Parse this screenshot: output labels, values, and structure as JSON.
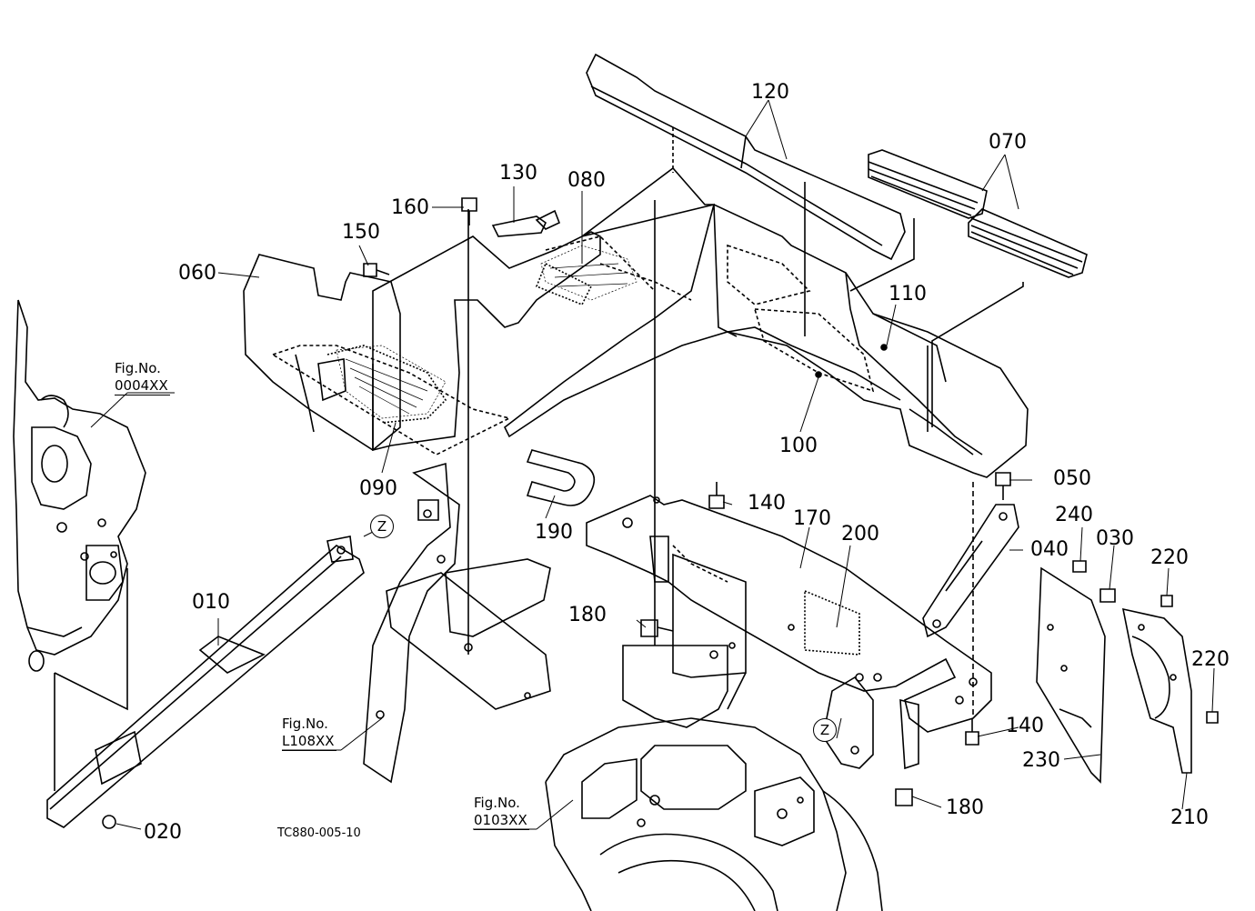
{
  "diagram": {
    "drawing_code": "TC880-005-10",
    "parts": {
      "p010": "010",
      "p020": "020",
      "p030": "030",
      "p040": "040",
      "p050": "050",
      "p060": "060",
      "p070": "070",
      "p080": "080",
      "p090": "090",
      "p100": "100",
      "p110": "110",
      "p120": "120",
      "p130": "130",
      "p140a": "140",
      "p140b": "140",
      "p150": "150",
      "p160": "160",
      "p170": "170",
      "p180a": "180",
      "p180b": "180",
      "p190": "190",
      "p200": "200",
      "p210": "210",
      "p220a": "220",
      "p220b": "220",
      "p230": "230",
      "p240": "240"
    },
    "figure_refs": [
      {
        "label": "Fig.No.",
        "code": "0004XX"
      },
      {
        "label": "Fig.No.",
        "code": "L108XX"
      },
      {
        "label": "Fig.No.",
        "code": "0103XX"
      }
    ],
    "z_marker": "Z"
  }
}
